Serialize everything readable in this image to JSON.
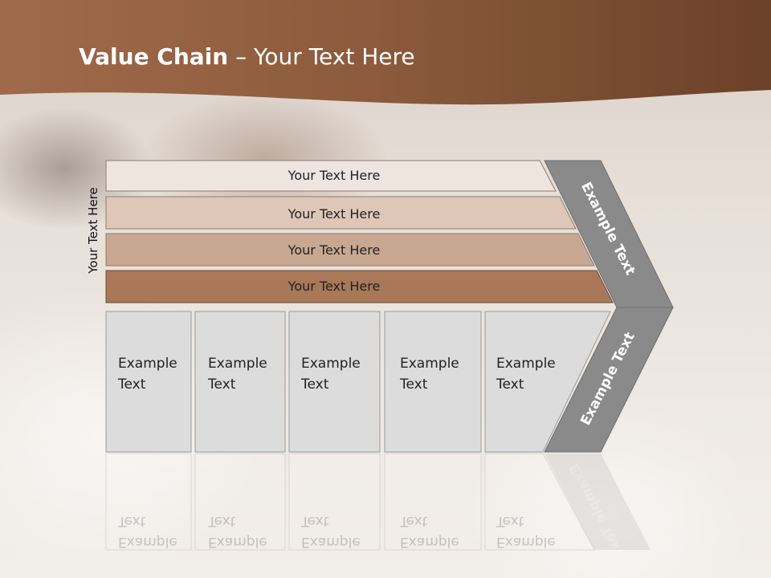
{
  "slide": {
    "title_bold": "Value Chain",
    "title_rest": " – Your Text Here",
    "side_label": "Your Text Here"
  },
  "bars": [
    {
      "label": "Your Text Here",
      "color": "#efe5df"
    },
    {
      "label": "Your Text Here",
      "color": "#dfc7b8"
    },
    {
      "label": "Your Text Here",
      "color": "#c9a891"
    },
    {
      "label": "Your Text Here",
      "color": "#a87859"
    }
  ],
  "boxes": [
    {
      "line1": "Example",
      "line2": "Text"
    },
    {
      "line1": "Example",
      "line2": "Text"
    },
    {
      "line1": "Example",
      "line2": "Text"
    },
    {
      "line1": "Example",
      "line2": "Text"
    },
    {
      "line1": "Example",
      "line2": "Text"
    }
  ],
  "chevron": {
    "upper_label": "Example Text",
    "lower_label": "Example Text",
    "color": "#8a8a8a"
  },
  "colors": {
    "header": "#8b5a3c",
    "box_fill": "#dcdcdc",
    "box_border": "#9a9a9a"
  }
}
